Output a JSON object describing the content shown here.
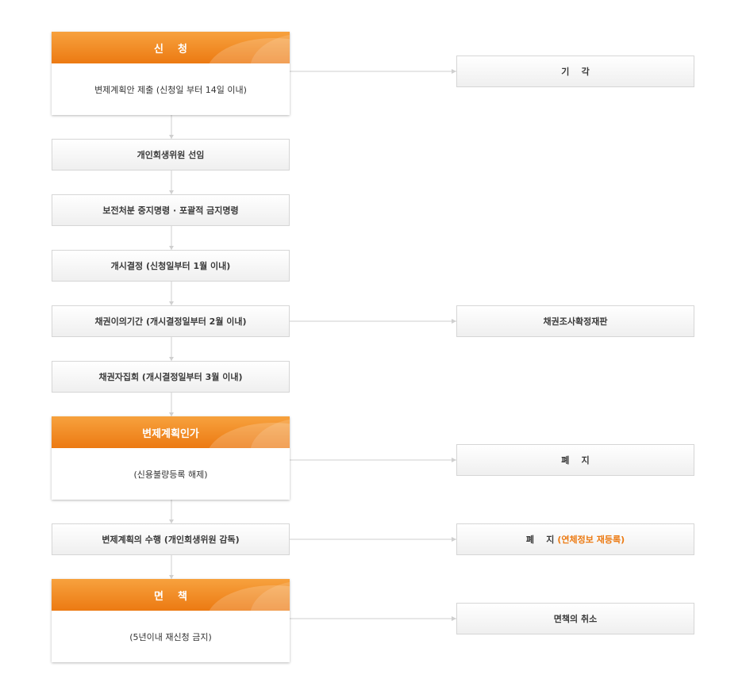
{
  "steps": {
    "apply_title": "신    청",
    "apply_body": "변제계획안 제출 (신청일 부터 14일 이내)",
    "trustee": "개인회생위원 선임",
    "preservation": "보전처분 중지명령 · 포괄적 금지명령",
    "commencement": "개시결정 (신청일부터 1월 이내)",
    "objection": "채권이의기간 (개시결정일부터 2월 이내)",
    "meeting": "채권자집회 (개시결정일부터 3월 이내)",
    "approval_title": "변제계획인가",
    "approval_body": "(신용불량등록 해제)",
    "performance": "변제계획의 수행 (개인회생위원 감독)",
    "discharge_title": "면    책",
    "discharge_body": "(5년이내 재신청 금지)"
  },
  "outcomes": {
    "dismissal": "기    각",
    "claim_trial": "채권조사확정재판",
    "abolition_1": "폐    지",
    "abolition_2": "폐    지",
    "abolition_2_note": "(연체정보 재등록)",
    "discharge_cancel": "면책의 취소"
  },
  "colors": {
    "accent": "#ec7a12",
    "header_top": "#f7a23e",
    "connector": "#cfcfcf"
  }
}
